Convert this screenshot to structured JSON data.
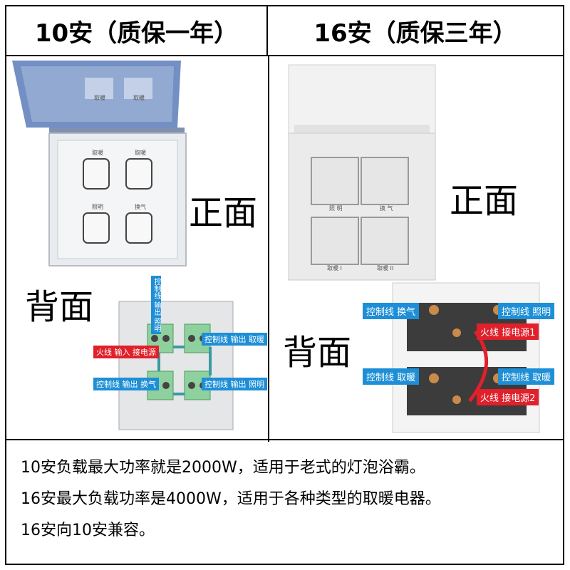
{
  "headers": {
    "left": "10安（质保一年）",
    "right": "16安（质保三年）"
  },
  "labels": {
    "left_front": "正面",
    "left_back": "背面",
    "right_front": "正面",
    "right_back": "背面"
  },
  "left_switch_buttons": [
    "取暖",
    "取暖",
    "照明",
    "换气"
  ],
  "left_cover_text": [
    "取暖",
    "取暖"
  ],
  "right_switch_buttons": [
    "照 明",
    "换 气",
    "取暖 I",
    "取暖 II"
  ],
  "left_back_wires": {
    "top_vertical": "控制线 输出 照明",
    "right_top": "控制线 输出 取暖",
    "fire": "火线 输入 接电源",
    "bottom_left": "控制线 输出 换气",
    "bottom_right": "控制线 输出 照明"
  },
  "right_back_wires": {
    "top_left": "控制线 换气",
    "top_right": "控制线 照明",
    "fire1": "火线 接电源1",
    "mid_left": "控制线 取暖",
    "mid_right": "控制线 取暖",
    "fire2": "火线 接电源2"
  },
  "notes": [
    "10安负载最大功率就是2000W，适用于老式的灯泡浴霸。",
    "16安最大负载功率是4000W，适用于各种类型的取暖电器。",
    "16安向10安兼容。"
  ]
}
